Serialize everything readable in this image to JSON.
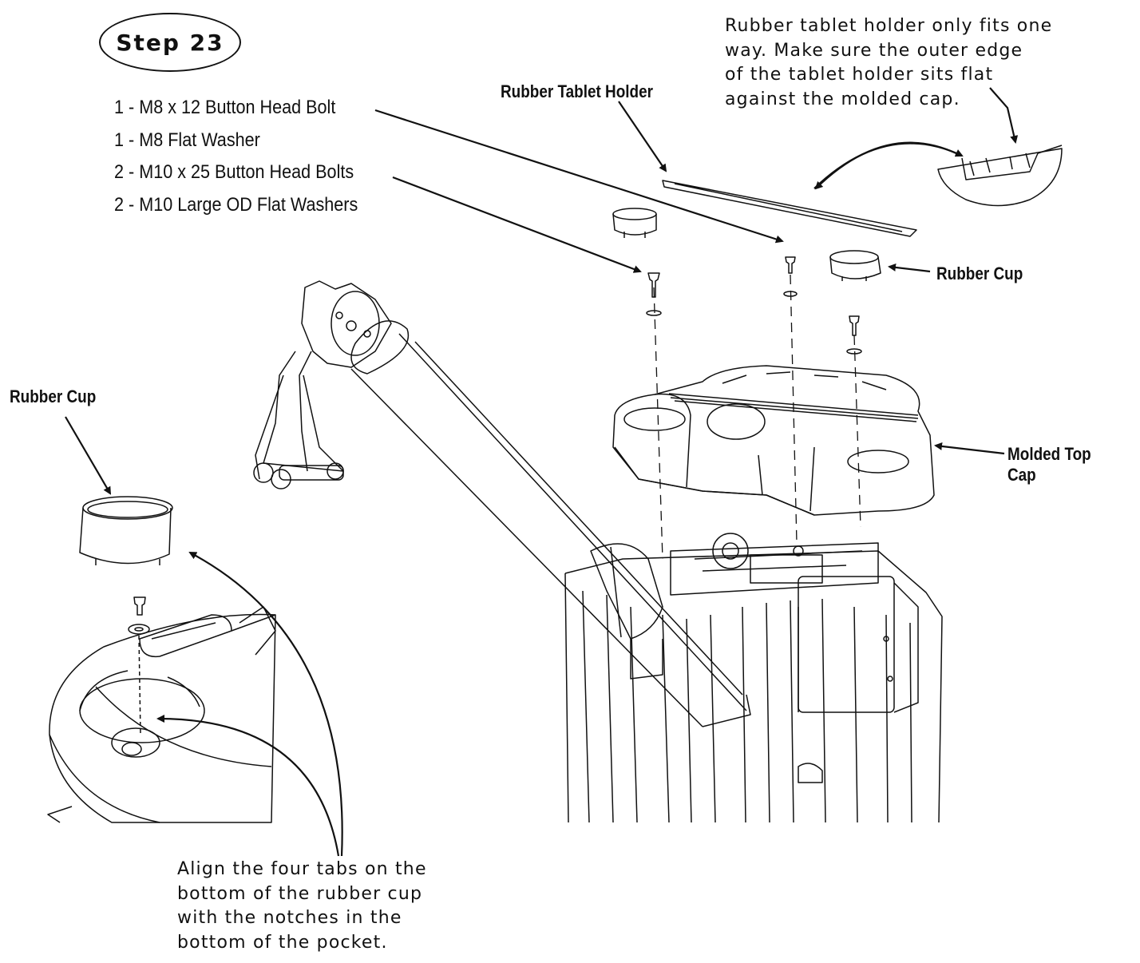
{
  "step": {
    "title": "Step 23"
  },
  "parts_list": [
    "1 - M8 x 12 Button Head Bolt",
    "1 - M8 Flat Washer",
    "2 - M10 x 25 Button Head Bolts",
    "2 - M10 Large OD Flat Washers"
  ],
  "labels": {
    "rubber_tablet_holder": "Rubber Tablet Holder",
    "rubber_cup_right": "Rubber Cup",
    "rubber_cup_left": "Rubber Cup",
    "molded_top_cap": "Molded Top Cap"
  },
  "notes": {
    "tablet_holder_note": "Rubber tablet holder only fits one\nway.  Make sure the outer edge\nof the tablet holder sits flat\nagainst the molded cap.",
    "rubber_cup_note": "Align the four tabs on the\nbottom of the rubber cup\nwith the notches in the\nbottom of the pocket."
  }
}
